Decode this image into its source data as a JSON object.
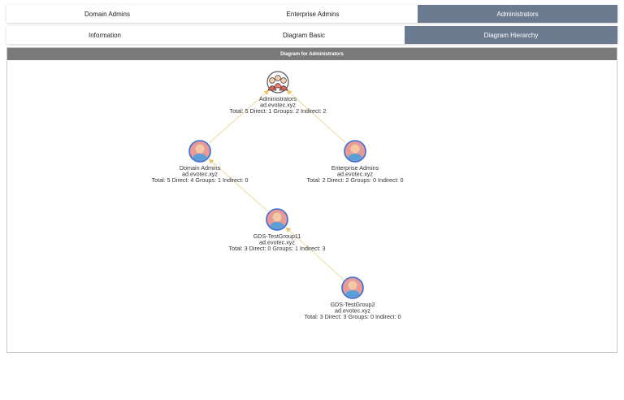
{
  "tabs": {
    "top": [
      {
        "label": "Domain Admins",
        "active": false
      },
      {
        "label": "Enterprise Admins",
        "active": false
      },
      {
        "label": "Administrators",
        "active": true
      }
    ],
    "sub": [
      {
        "label": "Information",
        "active": false
      },
      {
        "label": "Diagram Basic",
        "active": false
      },
      {
        "label": "Diagram Hierarchy",
        "active": true
      }
    ]
  },
  "panel": {
    "title": "Diagram for Administrators"
  },
  "diagram": {
    "colors": {
      "edge": "#f0d9a0",
      "group_ring": "#3a6fd8",
      "avatar_skin": "#f2c9a4",
      "avatar_body": "#5aa0d8",
      "avatar_bg": "#e08a8a"
    },
    "nodes": [
      {
        "id": "administrators",
        "icon": "group-users-icon",
        "name": "Administrators",
        "domain": "ad.evotec.xyz",
        "stats": "Total: 5 Direct: 1 Groups: 2 Indirect: 2"
      },
      {
        "id": "domain-admins",
        "icon": "user-group-icon",
        "name": "Domain Admins",
        "domain": "ad.evotec.xyz",
        "stats": "Total: 5 Direct: 4 Groups: 1 Indirect: 0"
      },
      {
        "id": "enterprise-admins",
        "icon": "user-group-icon",
        "name": "Enterprise Admins",
        "domain": "ad.evotec.xyz",
        "stats": "Total: 2 Direct: 2 Groups: 0 Indirect: 0"
      },
      {
        "id": "gds-testgroup11",
        "icon": "user-group-icon",
        "name": "GDS-TestGroup11",
        "domain": "ad.evotec.xyz",
        "stats": "Total: 3 Direct: 0 Groups: 1 Indirect: 3"
      },
      {
        "id": "gds-testgroup2",
        "icon": "user-group-icon",
        "name": "GDS-TestGroup2",
        "domain": "ad.evotec.xyz",
        "stats": "Total: 3 Direct: 3 Groups: 0 Indirect: 0"
      }
    ],
    "edges": [
      {
        "from": "domain-admins",
        "to": "administrators"
      },
      {
        "from": "enterprise-admins",
        "to": "administrators"
      },
      {
        "from": "gds-testgroup11",
        "to": "domain-admins"
      },
      {
        "from": "gds-testgroup2",
        "to": "gds-testgroup11"
      }
    ]
  }
}
